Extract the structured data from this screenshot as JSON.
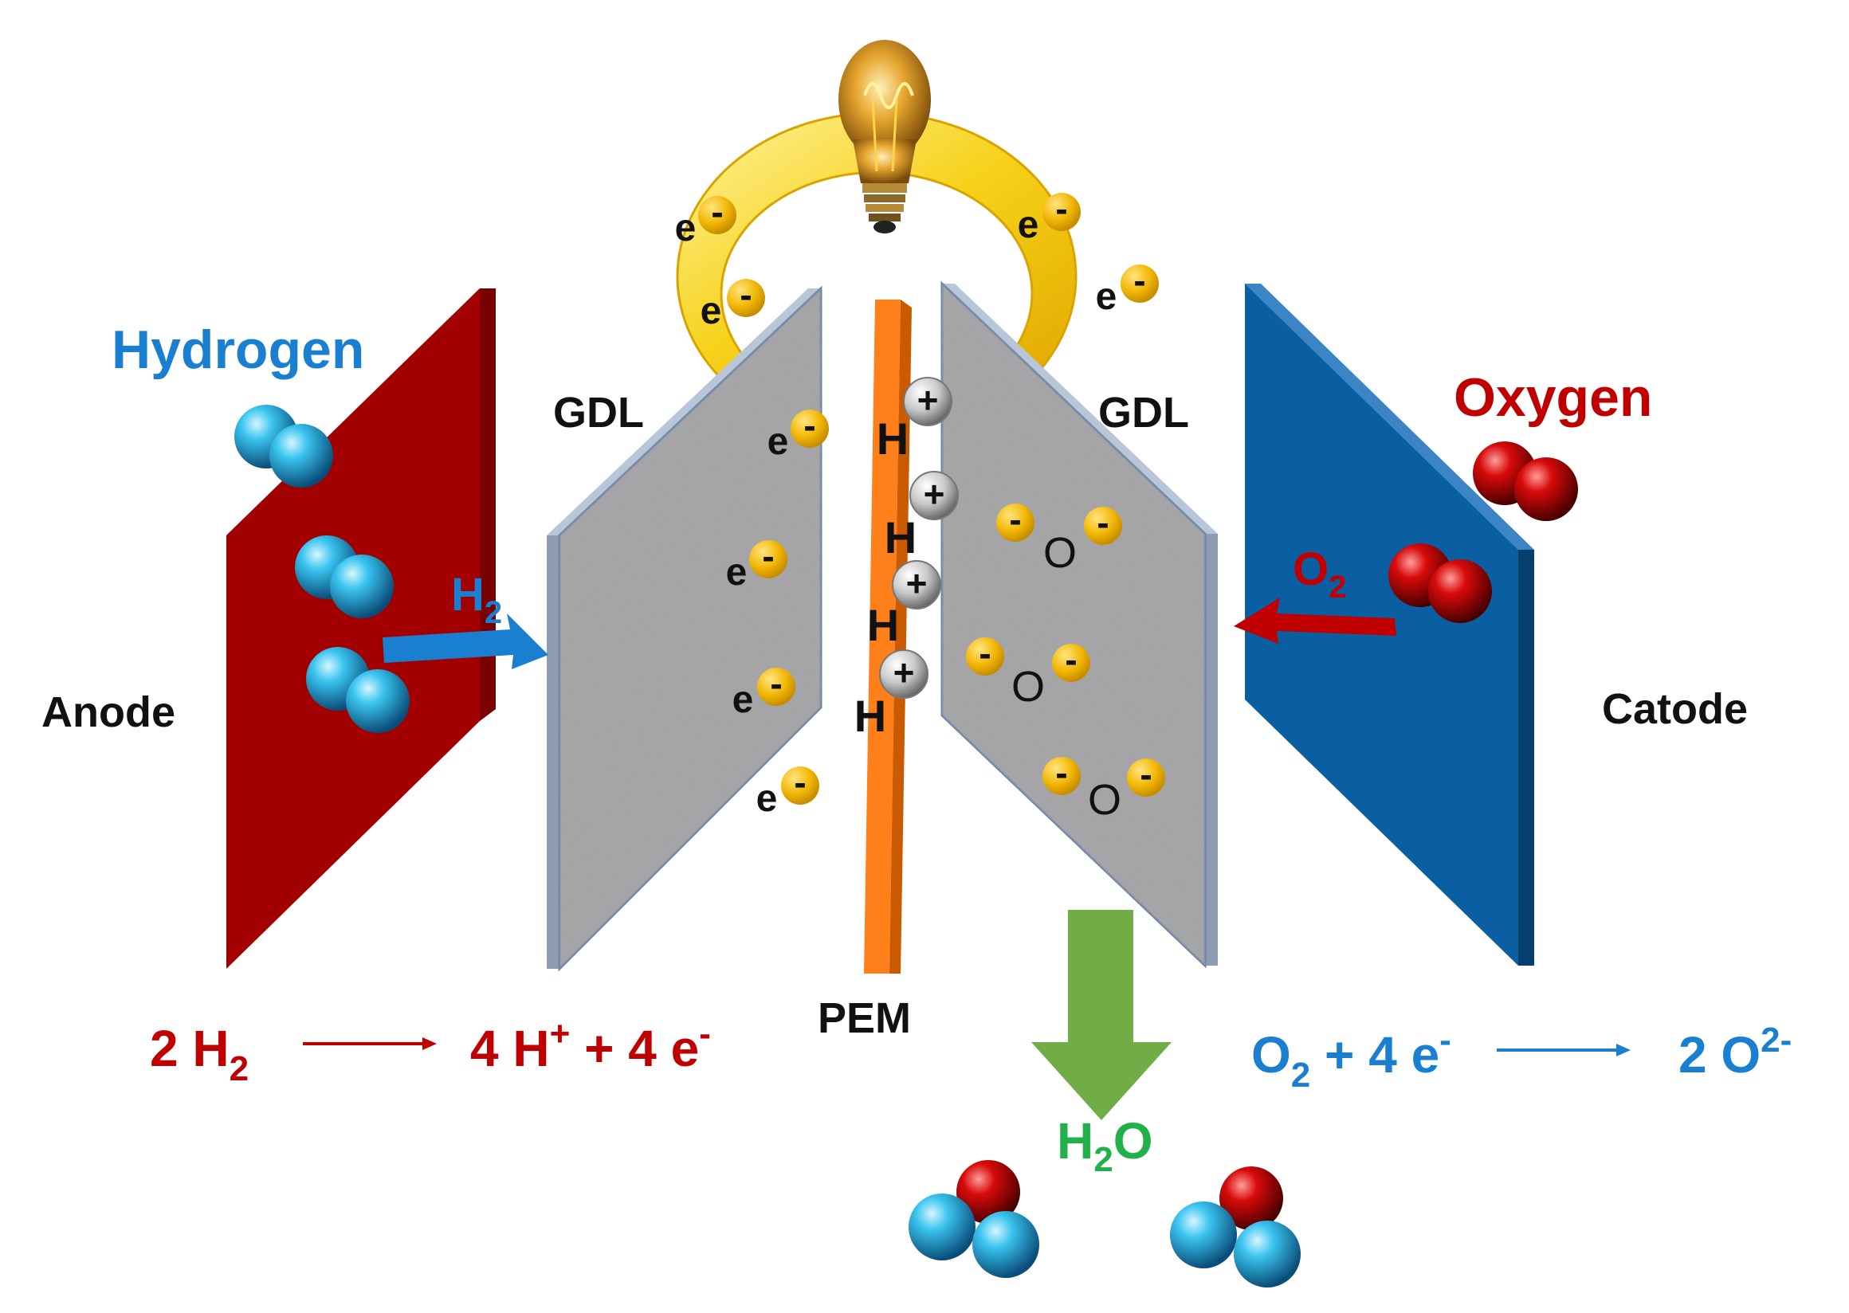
{
  "labels": {
    "hydrogen": "Hydrogen",
    "oxygen": "Oxygen",
    "anode": "Anode",
    "catode": "Catode",
    "gdl_left": "GDL",
    "gdl_right": "GDL",
    "pem": "PEM",
    "water": "H",
    "water_sub": "2",
    "water_tail": "O",
    "h2_flow": "H",
    "h2_flow_sub": "2",
    "o2_flow": "O",
    "o2_flow_sub": "2"
  },
  "particles": {
    "electron_letter": "e",
    "minus_sign": "-",
    "plus_sign": "+",
    "proton_letter": "H",
    "oxygen_ion_letter": "O"
  },
  "equations": {
    "anode": {
      "lhs_coef": "2 H",
      "lhs_sub": "2",
      "rhs_main": "4 H",
      "rhs_sup": "+",
      "rhs_tail": " + 4 e",
      "rhs_tail_sup": "-"
    },
    "cathode": {
      "lhs_main": "O",
      "lhs_sub": "2",
      "lhs_tail": " + 4 e",
      "lhs_tail_sup": "-",
      "rhs_main": "2 O",
      "rhs_sup": "2-"
    }
  },
  "colors": {
    "anode_plate": "#a20000",
    "cathode_plate": "#0a5fa3",
    "pem": "#ff7f1a",
    "hydrogen_text": "#1a7fd1",
    "oxygen_text": "#c00000",
    "water_arrow": "#70ad47",
    "water_text": "#22b04a",
    "circuit": "#f6d21a",
    "electron": "#f2b705"
  }
}
